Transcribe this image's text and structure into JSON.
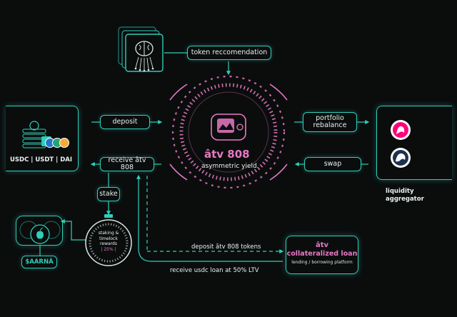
{
  "center": {
    "title": "âtv 808",
    "subtitle": "asymmetric yield"
  },
  "labels": {
    "token_recommendation": "token reccomendation",
    "deposit": "deposit",
    "receive_atv": "receive âtv 808",
    "stake": "stake",
    "portfolio_line1": "portfolio",
    "portfolio_line2": "rebalance",
    "swap": "swap",
    "stablecoins": "USDC | USDT | DAI",
    "liquidity_line1": "liquidity",
    "liquidity_line2": "aggregator",
    "sarna": "$AARNÂ",
    "timer_line1": "staking &",
    "timer_line2": "timelock",
    "timer_line3": "rewards",
    "timer_pct": "| 25% |",
    "deposit_tokens": "deposit âtv 808 tokens",
    "receive_usdc": "receive usdc loan at 50% LTV",
    "loan_line1": "âtv",
    "loan_line2": "collateralized loan",
    "loan_sub": "lending / borrowing platform"
  },
  "colors": {
    "accent": "#2fcfb9",
    "pink": "#e879c6",
    "background": "#0b0d0d"
  },
  "icons": [
    "brain-chip-icon",
    "coins-icon",
    "wallet-icon",
    "uniswap-icon",
    "1inch-icon",
    "apple-icon",
    "stopwatch-icon",
    "atv-logo-icon"
  ]
}
